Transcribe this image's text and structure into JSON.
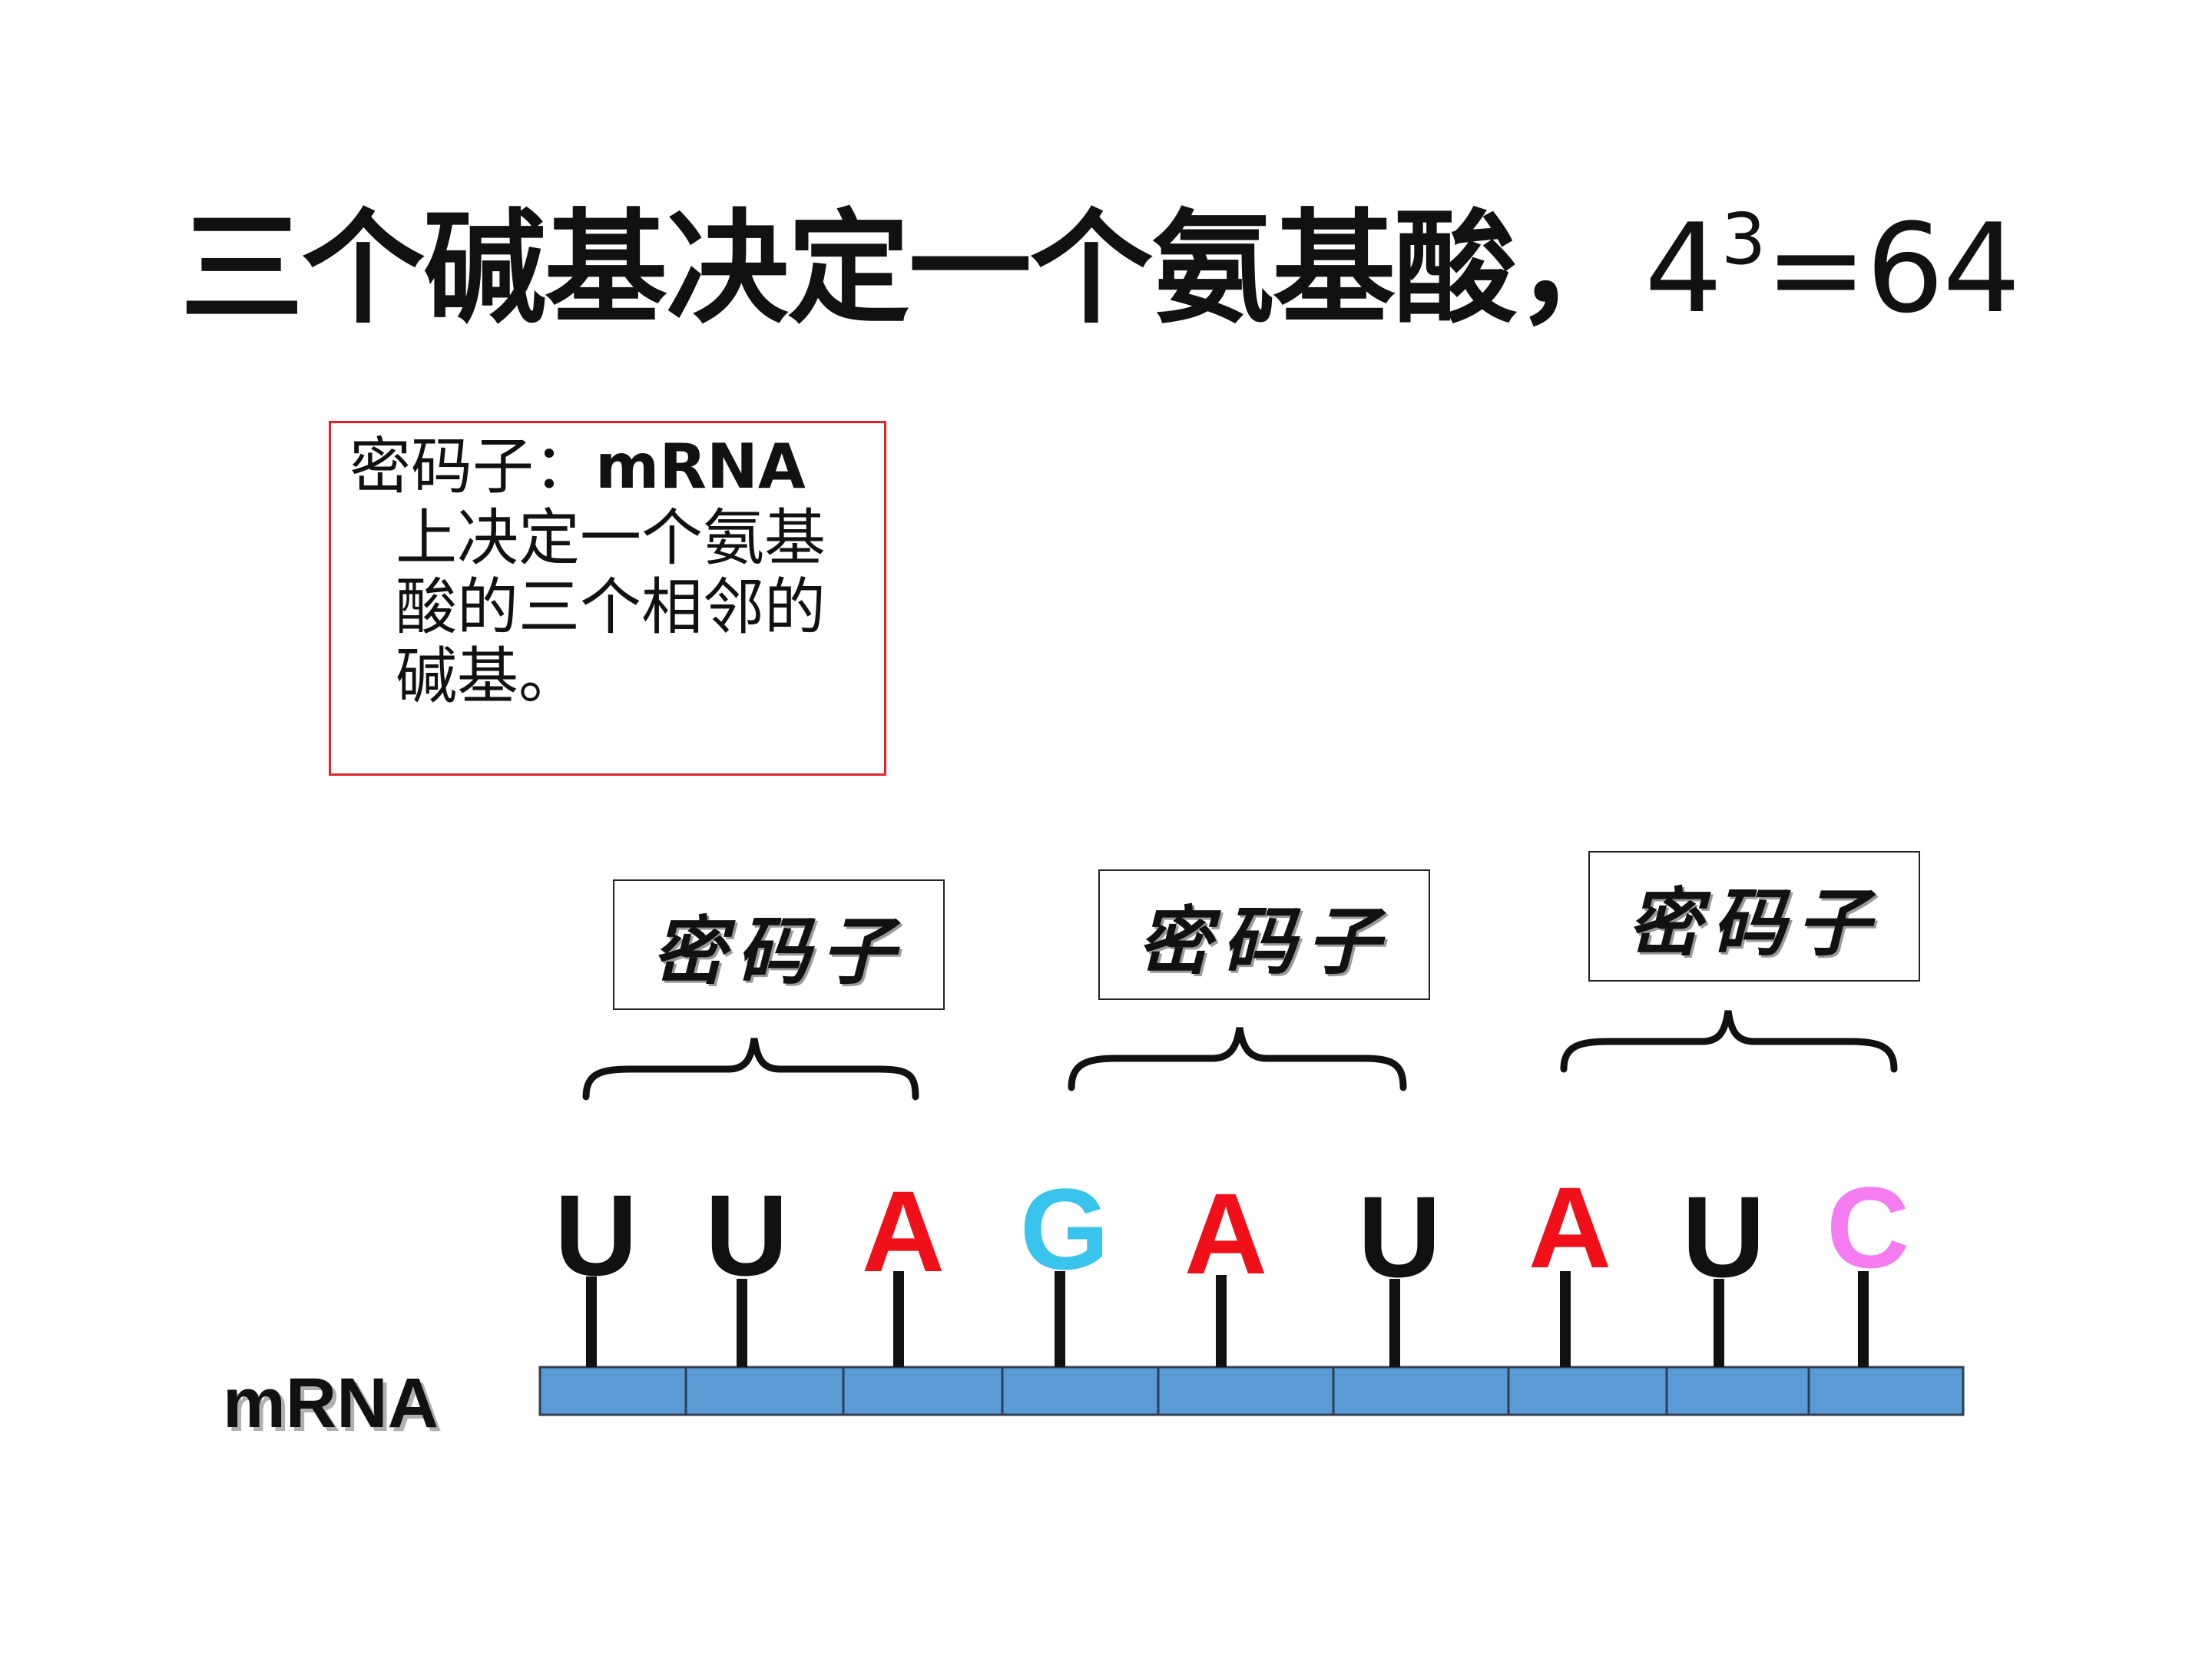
{
  "title": {
    "main": "三个碱基决定一个氨基酸，",
    "base": "4",
    "exponent": "3",
    "result": "=64"
  },
  "definition": {
    "term": "密码子：",
    "term_en": "mRNA",
    "body": "上决定一个氨基酸的三个相邻的碱基。"
  },
  "codon_labels": [
    "密码子",
    "密码子",
    "密码子"
  ],
  "strand_label": "mRNA",
  "bases": [
    {
      "letter": "U",
      "color": "#111111"
    },
    {
      "letter": "U",
      "color": "#111111"
    },
    {
      "letter": "A",
      "color": "#f0101a"
    },
    {
      "letter": "G",
      "color": "#38c4ec"
    },
    {
      "letter": "A",
      "color": "#f0101a"
    },
    {
      "letter": "U",
      "color": "#111111"
    },
    {
      "letter": "A",
      "color": "#f0101a"
    },
    {
      "letter": "U",
      "color": "#111111"
    },
    {
      "letter": "C",
      "color": "#f47cf0"
    }
  ],
  "colors": {
    "strand_fill": "#5b9bd5",
    "strand_stroke": "#2f3e55",
    "definition_border": "#e0242b"
  }
}
